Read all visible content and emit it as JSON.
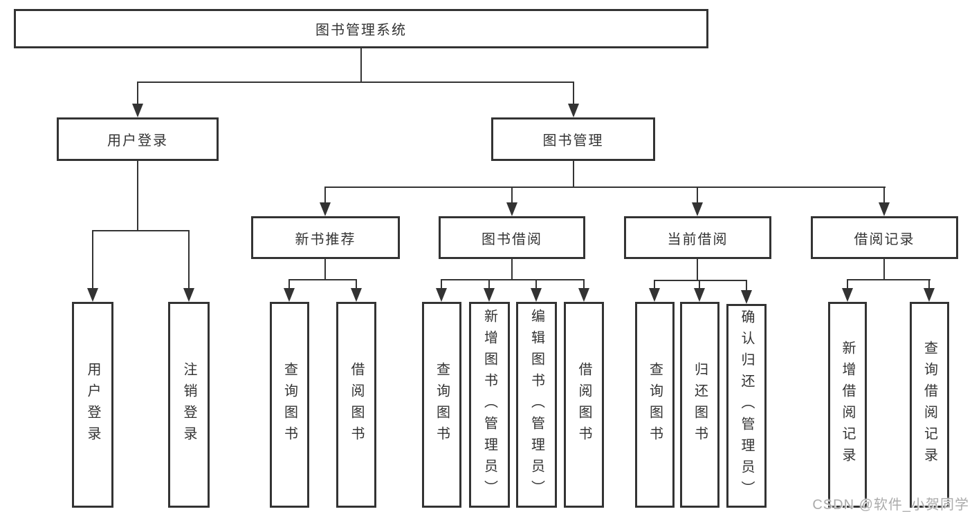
{
  "tree": {
    "root": {
      "label": "图书管理系统"
    },
    "branches": [
      {
        "label": "用户登录",
        "leaves": [
          {
            "label": "用户登录"
          },
          {
            "label": "注销登录"
          }
        ]
      },
      {
        "label": "图书管理",
        "groups": [
          {
            "label": "新书推荐",
            "leaves": [
              {
                "label": "查询图书"
              },
              {
                "label": "借阅图书"
              }
            ]
          },
          {
            "label": "图书借阅",
            "leaves": [
              {
                "label": "查询图书"
              },
              {
                "label": "新增图书（管理员）"
              },
              {
                "label": "编辑图书（管理员）"
              },
              {
                "label": "借阅图书"
              }
            ]
          },
          {
            "label": "当前借阅",
            "leaves": [
              {
                "label": "查询图书"
              },
              {
                "label": "归还图书"
              },
              {
                "label": "确认归还（管理员）"
              }
            ]
          },
          {
            "label": "借阅记录",
            "leaves": [
              {
                "label": "新增借阅记录"
              },
              {
                "label": "查询借阅记录"
              }
            ]
          }
        ]
      }
    ]
  },
  "watermark": {
    "text": "CSDN @软件_小贺同学"
  },
  "colors": {
    "line": "#333333",
    "text": "#333333",
    "watermark": "#ababab",
    "background": "#ffffff"
  }
}
